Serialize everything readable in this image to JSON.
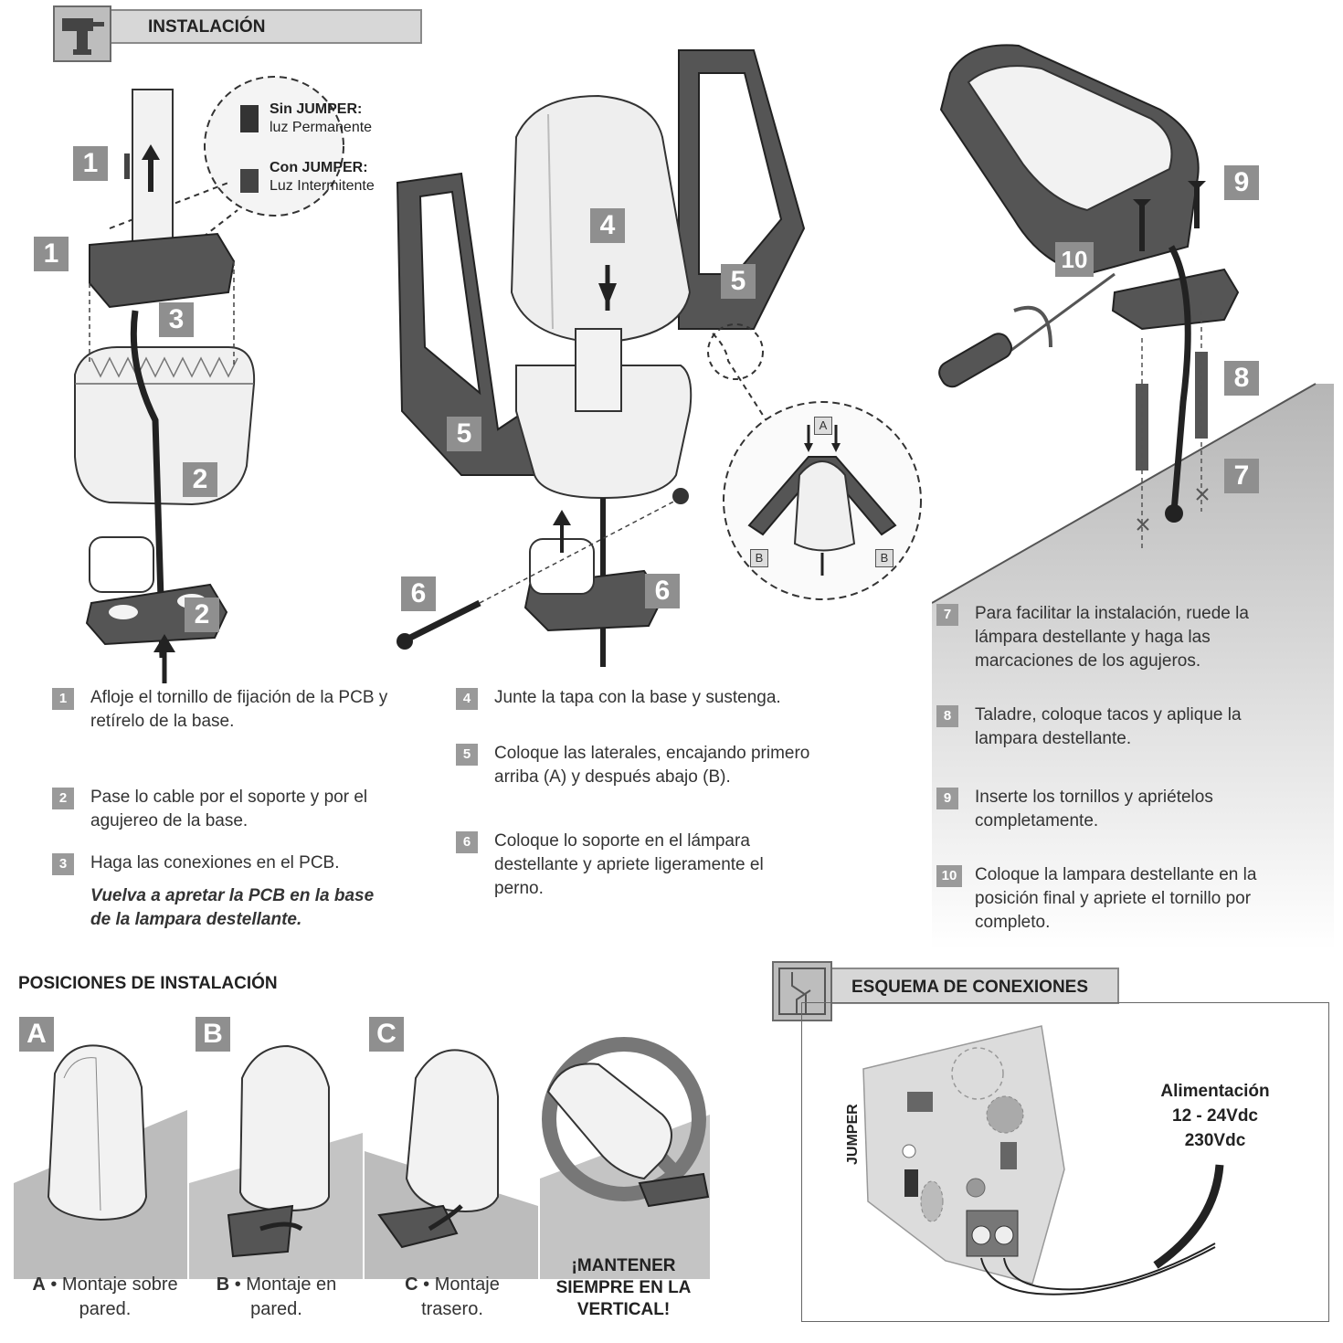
{
  "installation": {
    "header": "INSTALACIÓN",
    "jumper_callout": {
      "no_jumper_title": "Sin JUMPER:",
      "no_jumper_text": "luz Permanente",
      "with_jumper_title": "Con JUMPER:",
      "with_jumper_text": "Luz Intermitente"
    },
    "figure_badges": {
      "b1a": "1",
      "b1b": "1",
      "b3": "3",
      "b2a": "2",
      "b2b": "2",
      "b4": "4",
      "b5a": "5",
      "b5b": "5",
      "b6a": "6",
      "b6b": "6",
      "b9": "9",
      "b10": "10",
      "b8": "8",
      "b7": "7",
      "label_a": "A",
      "label_b1": "B",
      "label_b2": "B"
    },
    "steps_col1": [
      {
        "num": "1",
        "text": "Afloje el tornillo de fijación de la PCB y retírelo de la base."
      },
      {
        "num": "2",
        "text": "Pase lo cable por el soporte y por el agujereo de la base."
      },
      {
        "num": "3",
        "text": "Haga las conexiones en el PCB.",
        "note": "Vuelva a apretar la PCB en la base de la lampara destellante."
      }
    ],
    "steps_col2": [
      {
        "num": "4",
        "text": "Junte la tapa con la base y sustenga."
      },
      {
        "num": "5",
        "text": "Coloque las laterales, encajando primero arriba (A) y después abajo (B)."
      },
      {
        "num": "6",
        "text": "Coloque lo soporte en el lámpara destellante y apriete ligeramente el perno."
      }
    ],
    "steps_col3": [
      {
        "num": "7",
        "text": "Para facilitar la instalación, ruede la lámpara destellante y haga las marcaciones de los agujeros."
      },
      {
        "num": "8",
        "text": "Taladre, coloque tacos y aplique la lampara destellante."
      },
      {
        "num": "9",
        "text": "Inserte los tornillos y apriételos completamente."
      },
      {
        "num": "10",
        "text": "Coloque la lampara destellante en la posición final y apriete el tornillo por completo."
      }
    ]
  },
  "positions": {
    "title": "POSICIONES DE INSTALACIÓN",
    "items": [
      {
        "letter": "A",
        "caption_letter": "A",
        "caption": "Montaje sobre pared."
      },
      {
        "letter": "B",
        "caption_letter": "B",
        "caption": "Montaje en pared."
      },
      {
        "letter": "C",
        "caption_letter": "C",
        "caption": "Montaje trasero."
      }
    ],
    "warning": "¡MANTENER SIEMPRE EN LA VERTICAL!"
  },
  "wiring": {
    "header": "ESQUEMA DE CONEXIONES",
    "jumper_label": "JUMPER",
    "power_label": "Alimentación",
    "voltage_dc": "12 - 24Vdc",
    "voltage_ac": "230Vdc"
  },
  "colors": {
    "badge": "#8f8f8f",
    "header_bar": "#d7d7d7",
    "dark_part": "#555555",
    "light_part": "#eeeeee",
    "wall": "#b8b8b8"
  }
}
